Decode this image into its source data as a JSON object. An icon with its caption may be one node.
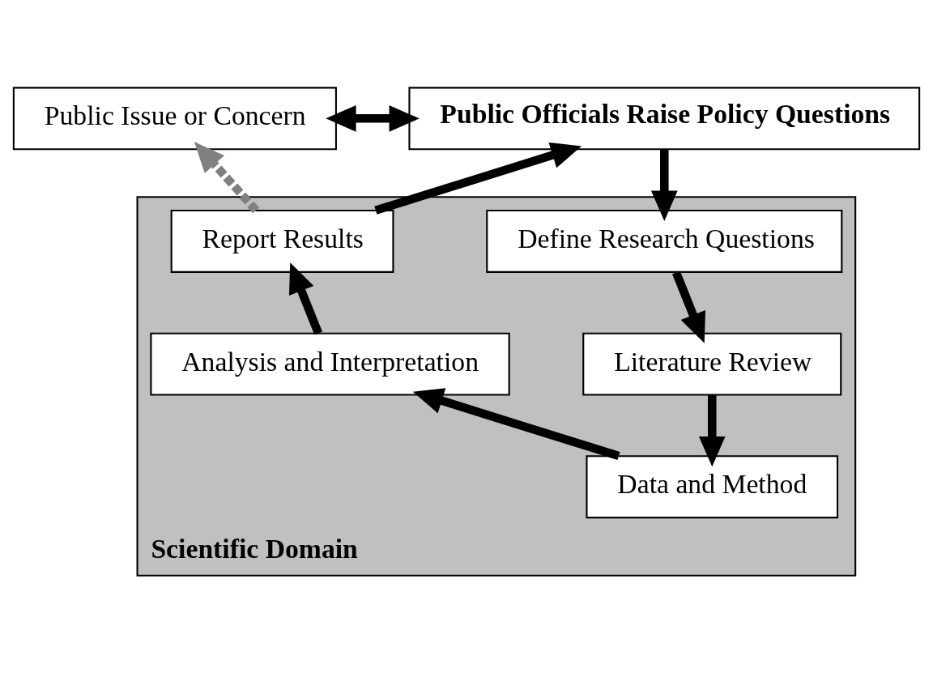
{
  "diagram": {
    "nodes": [
      {
        "text": [
          "Public Issue or Concern"
        ]
      },
      {
        "text": [
          "Public Officials Raise Policy Questions"
        ]
      },
      {
        "text": [
          "Scientific Domain"
        ]
      },
      {
        "text": [
          "Define Research Questions"
        ],
        "in": 2
      },
      {
        "text": [
          "Literature Review"
        ],
        "in": 2
      },
      {
        "text": [
          "Data and Method"
        ],
        "in": 2
      },
      {
        "text": [
          "Analysis and Interpretation"
        ],
        "in": 2
      },
      {
        "text": [
          "Report Results"
        ],
        "in": 2
      }
    ],
    "edges": [
      {
        "from": 0,
        "to": 1,
        "arrow": "both"
      },
      {
        "from": 1,
        "to": 3,
        "arrow": "to"
      },
      {
        "from": 3,
        "to": 4,
        "arrow": "to"
      },
      {
        "from": 4,
        "to": 5,
        "arrow": "to"
      },
      {
        "from": 5,
        "to": 6,
        "arrow": "to"
      },
      {
        "from": 6,
        "to": 7,
        "arrow": "to"
      },
      {
        "from": 7,
        "to": 1,
        "arrow": "to"
      },
      {
        "from": 7,
        "to": 0,
        "arrow": "to",
        "style": "dashed",
        "color": "#808080"
      }
    ]
  }
}
